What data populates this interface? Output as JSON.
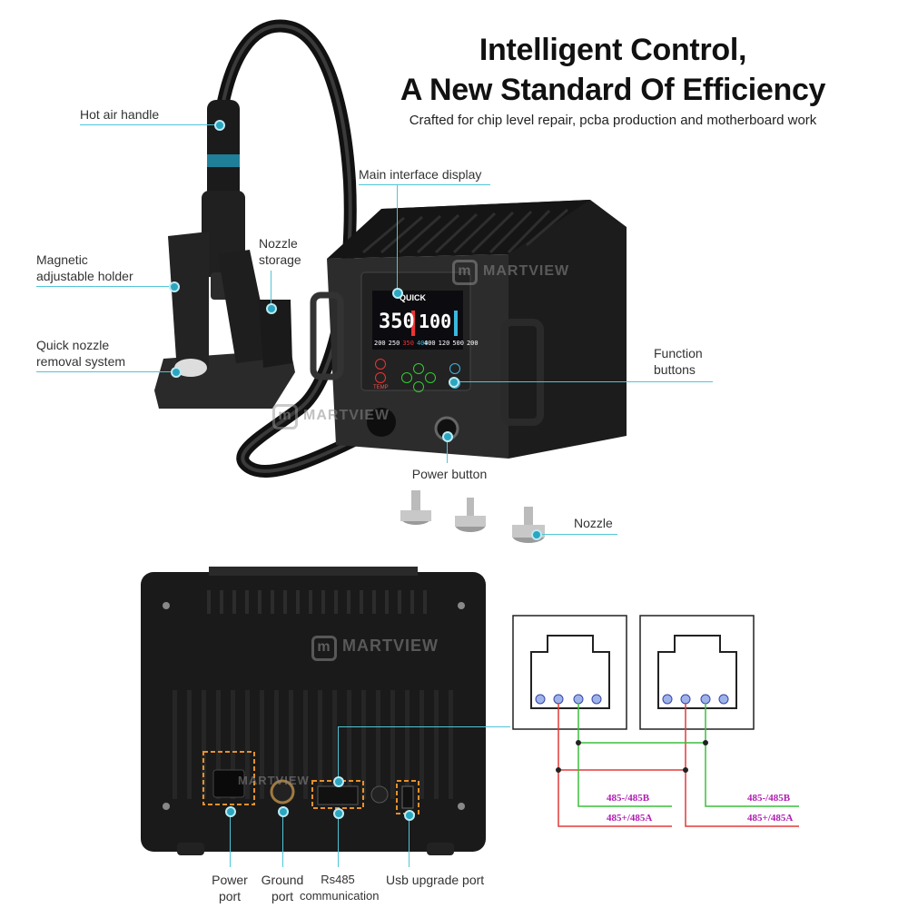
{
  "headline": {
    "line1": "Intelligent Control,",
    "line2": "A New Standard Of Efficiency",
    "subtitle": "Crafted for chip level repair, pcba production and motherboard work"
  },
  "callouts": {
    "hot_air_handle": "Hot air handle",
    "main_display": "Main interface display",
    "nozzle_storage": "Nozzle\nstorage",
    "magnetic_holder": "Magnetic\nadjustable holder",
    "quick_nozzle": "Quick nozzle\nremoval system",
    "function_buttons": "Function\nbuttons",
    "power_button": "Power button",
    "nozzle": "Nozzle"
  },
  "device": {
    "brand": "QUICK",
    "temp_main": "350",
    "air_main": "100",
    "presets_left": [
      "200",
      "250",
      "350",
      "400"
    ],
    "presets_right": [
      "400",
      "120",
      "500",
      "200"
    ],
    "temp_key": "TEMP"
  },
  "watermark": "MARTVIEW",
  "rear_ports": {
    "power": "Power\nport",
    "ground": "Ground\nport",
    "rs485": "Rs485\ncommunication",
    "usb": "Usb upgrade port"
  },
  "wiring": {
    "left_a": "485-/485B",
    "left_b": "485+/485A",
    "right_a": "485-/485B",
    "right_b": "485+/485A"
  },
  "colors": {
    "accent": "#2aa6c0",
    "leader": "#4fc6d8",
    "wire_green": "#3bbf3b",
    "wire_red": "#e23a3a",
    "port_highlight": "#e8902a",
    "label_magenta": "#b01cb0"
  }
}
